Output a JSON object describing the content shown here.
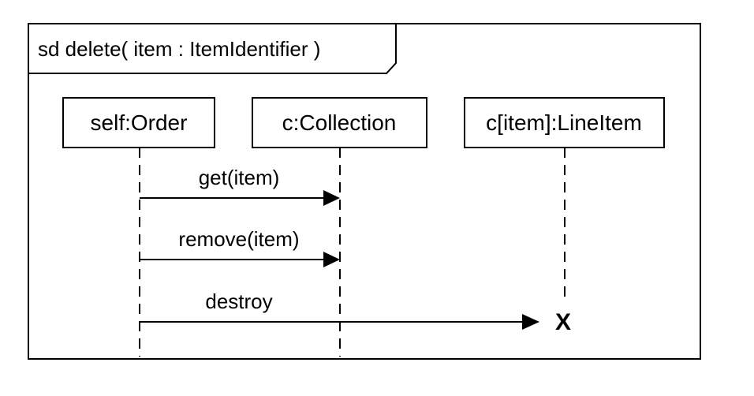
{
  "frame": {
    "title": "sd delete( item : ItemIdentifier )"
  },
  "lifelines": [
    {
      "label": "self:Order"
    },
    {
      "label": "c:Collection"
    },
    {
      "label": "c[item]:LineItem"
    }
  ],
  "messages": [
    {
      "label": "get(item)",
      "from": "self:Order",
      "to": "c:Collection"
    },
    {
      "label": "remove(item)",
      "from": "self:Order",
      "to": "c:Collection"
    },
    {
      "label": "destroy",
      "from": "self:Order",
      "to": "c[item]:LineItem"
    }
  ],
  "destruction": {
    "symbol": "X"
  }
}
